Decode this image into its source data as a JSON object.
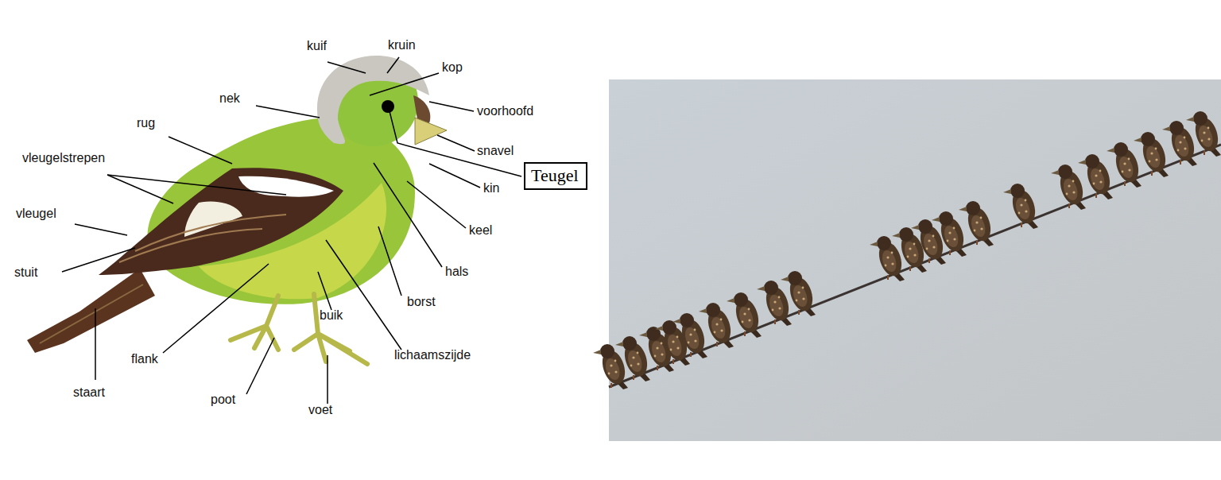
{
  "diagram": {
    "nodes": [
      {
        "text": [
          "Teugel"
        ]
      }
    ],
    "labels": [
      "kuif",
      "kruin",
      "kop",
      "nek",
      "voorhoofd",
      "rug",
      "snavel",
      "vleugelstrepen",
      "kin",
      "vleugel",
      "keel",
      "stuit",
      "hals",
      "borst",
      "buik",
      "lichaamszijde",
      "flank",
      "staart",
      "poot",
      "voet"
    ]
  }
}
